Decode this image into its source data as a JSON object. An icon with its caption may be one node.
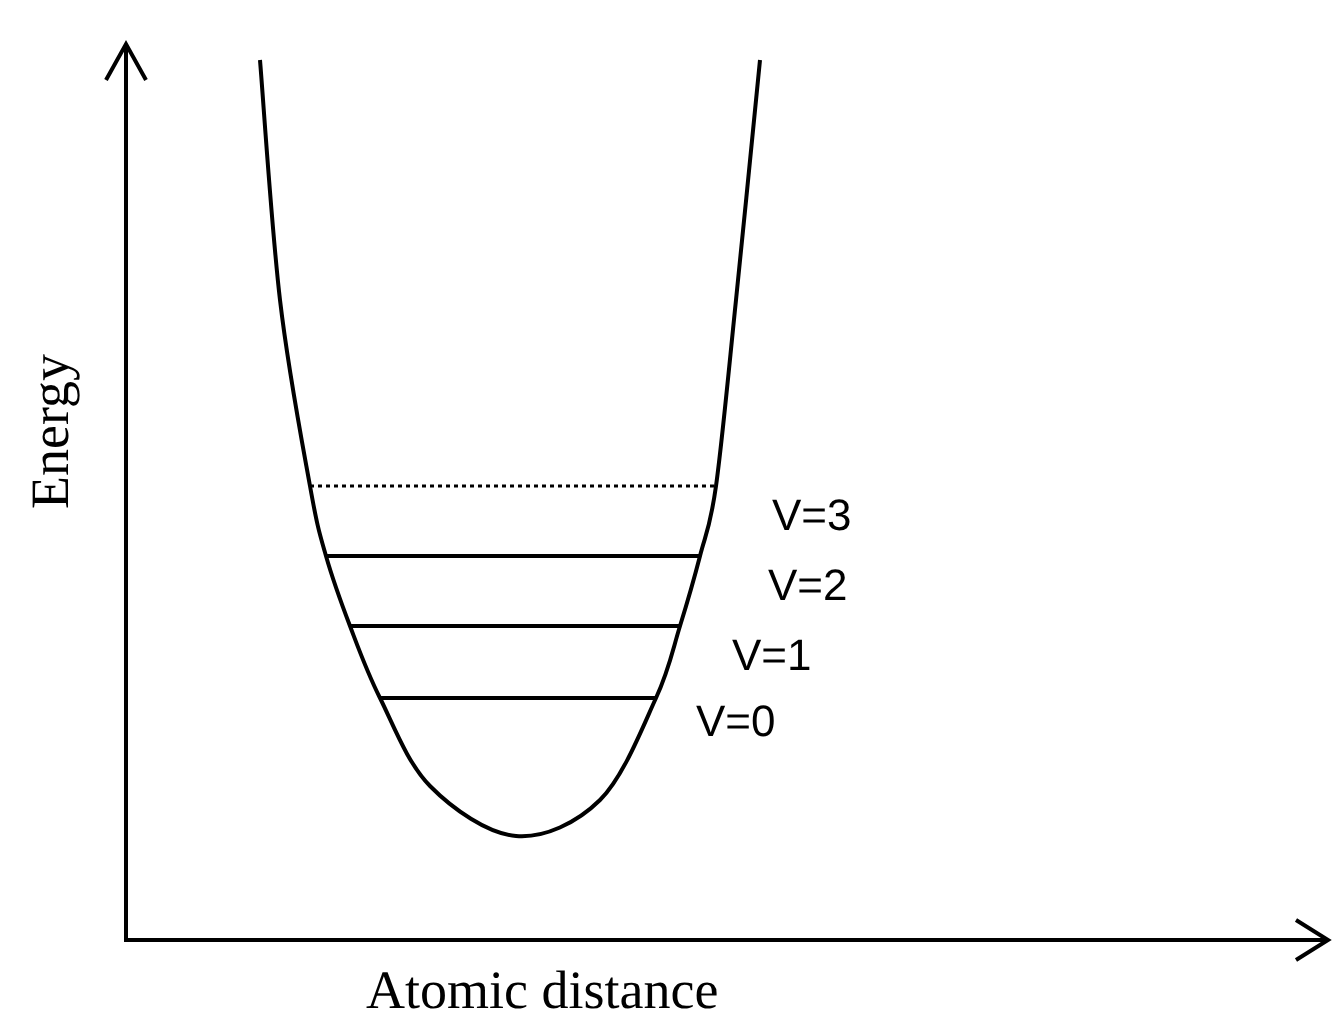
{
  "diagram": {
    "labels": [
      "Energy",
      "V=3",
      "V=2",
      "V=1",
      "V=0",
      "Atomic distance"
    ]
  }
}
